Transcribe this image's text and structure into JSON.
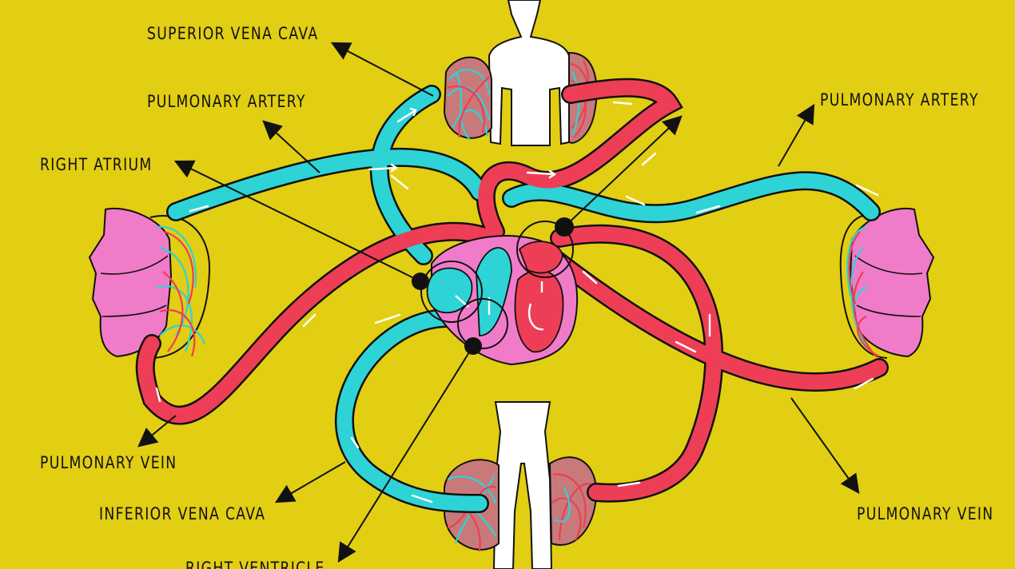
{
  "labels": {
    "superior_vena_cava": "SUPERIOR VENA CAVA",
    "pulmonary_artery_left": "PULMONARY ARTERY",
    "right_atrium": "RIGHT ATRIUM",
    "pulmonary_artery_right": "PULMONARY ARTERY",
    "pulmonary_vein_left": "PULMONARY VEIN",
    "inferior_vena_cava": "INFERIOR VENA CAVA",
    "right_ventricle": "RIGHT VENTRICLE",
    "pulmonary_vein_right": "PULMONARY VEIN"
  },
  "colors": {
    "background": "#E2CE12",
    "deoxygenated": "#2ED3D6",
    "oxygenated": "#EE3E55",
    "lung": "#F07CC9",
    "body": "#FFFFFF",
    "outline": "#111111"
  }
}
